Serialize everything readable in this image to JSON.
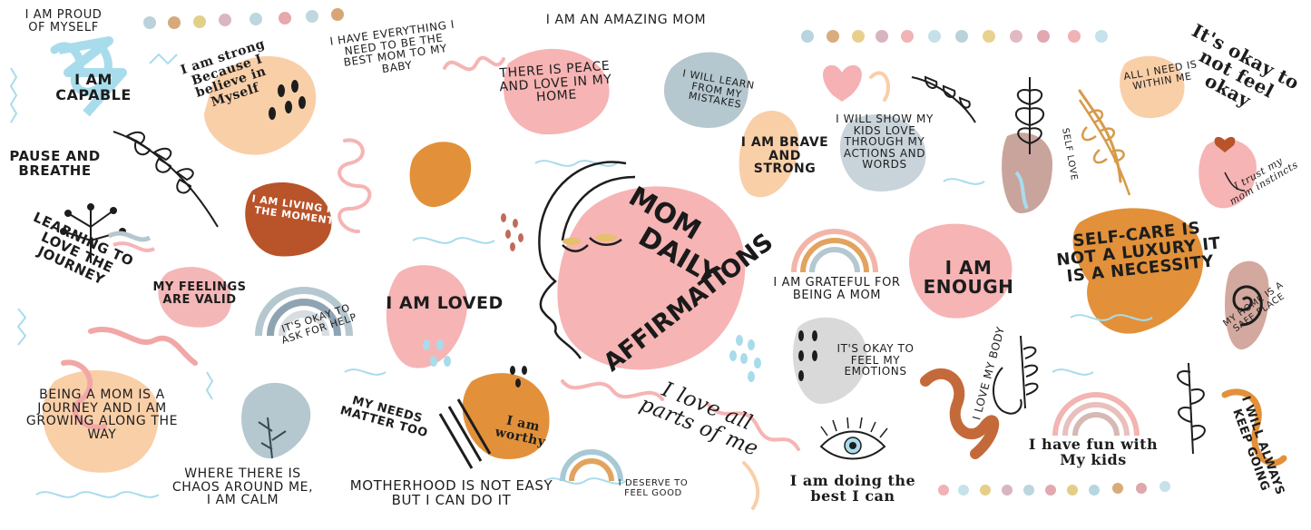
{
  "center": {
    "line1": "MOM",
    "line2": "DAILY",
    "line3": "AFFIRMATIONS"
  },
  "affirmations": {
    "proud": "I AM PROUD OF MYSELF",
    "capable": "I AM CAPABLE",
    "strong_because": "I am strong Because I believe in Myself",
    "have_everything": "I HAVE EVERYTHING I NEED TO BE THE BEST MOM TO MY BABY",
    "amazing_mom": "I AM AN AMAZING MOM",
    "peace_love": "THERE IS PEACE AND LOVE IN MY HOME",
    "learn_mistakes": "I WILL LEARN FROM MY MISTAKES",
    "all_within": "ALL I NEED IS WITHIN ME",
    "okay_not_okay": "It's okay to not feel okay",
    "pause_breathe": "PAUSE AND BREATHE",
    "living_moment": "I AM LIVING IN THE MOMENT",
    "brave_strong": "I AM BRAVE AND STRONG",
    "show_kids_love": "I WILL SHOW MY KIDS LOVE THROUGH MY ACTIONS AND WORDS",
    "self_love": "SELF LOVE",
    "trust_instincts": "I trust my mom instincts",
    "learning_journey": "LEARNING TO LOVE THE JOURNEY",
    "feelings_valid": "MY FEELINGS ARE VALID",
    "okay_ask_help": "IT'S OKAY TO ASK FOR HELP",
    "loved": "I AM LOVED",
    "grateful": "I AM GRATEFUL FOR BEING A MOM",
    "enough": "I AM ENOUGH",
    "self_care": "SELF-CARE IS NOT A LUXURY IT IS A NECESSITY",
    "home_safe": "MY HOME IS A SAFE PLACE",
    "okay_feel_emotions": "IT'S OKAY TO FEEL MY EMOTIONS",
    "love_body": "I LOVE MY BODY",
    "journey_growing": "BEING A MOM IS A JOURNEY AND I AM GROWING ALONG THE WAY",
    "chaos_calm": "WHERE THERE IS CHAOS AROUND ME, I AM CALM",
    "needs_matter": "MY NEEDS MATTER TOO",
    "worthy": "I am worthy",
    "not_easy": "MOTHERHOOD IS NOT EASY BUT I CAN DO IT",
    "love_all_parts": "I love all parts of me",
    "deserve_good": "I DESERVE TO FEEL GOOD",
    "doing_best": "I am doing the best I can",
    "fun_kids": "I have fun with My kids",
    "keep_going": "I WILL ALWAYS KEEP GOING"
  },
  "palette": {
    "pink": "#f6b4b4",
    "peach": "#f9cfa8",
    "orange": "#e2913a",
    "rust": "#b9532a",
    "blue_gray": "#b5c7cf",
    "light_blue": "#a8dcec",
    "mauve": "#c9a49c",
    "gray": "#d9d9d9"
  }
}
